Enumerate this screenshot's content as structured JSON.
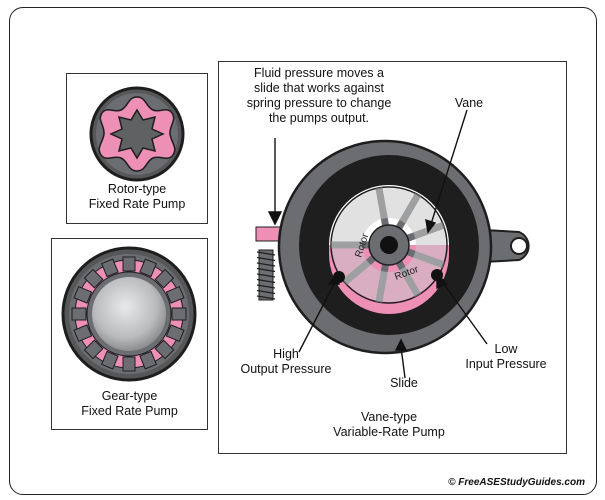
{
  "rotor_pump": {
    "line1": "Rotor-type",
    "line2": "Fixed Rate Pump"
  },
  "gear_pump": {
    "line1": "Gear-type",
    "line2": "Fixed Rate Pump"
  },
  "vane_pump": {
    "title_line1": "Vane-type",
    "title_line2": "Variable-Rate Pump",
    "note_line1": "Fluid pressure moves a",
    "note_line2": "slide that works against",
    "note_line3": "spring pressure to change",
    "note_line4": "the pumps output.",
    "vane_label": "Vane",
    "high_line1": "High",
    "high_line2": "Output Pressure",
    "low_line1": "Low",
    "low_line2": "Input Pressure",
    "slide_label": "Slide",
    "rotor_text_1": "Rotor",
    "rotor_text_2": "Rotor"
  },
  "copyright": "© FreeASEStudyGuides.com",
  "colors": {
    "pink": "#ee8fb6",
    "gray": "#6b6d70",
    "dark": "#222222",
    "light": "#e4e5e6"
  }
}
